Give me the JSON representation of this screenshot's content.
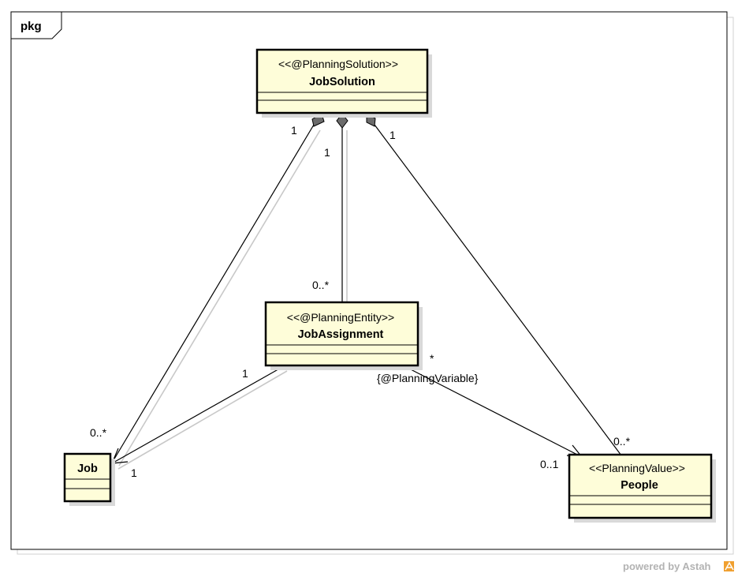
{
  "frame": {
    "label": "pkg"
  },
  "classes": {
    "job_solution": {
      "stereotype": "<<@PlanningSolution>>",
      "name": "JobSolution"
    },
    "job_assignment": {
      "stereotype": "<<@PlanningEntity>>",
      "name": "JobAssignment"
    },
    "job": {
      "stereotype": "",
      "name": "Job"
    },
    "people": {
      "stereotype": "<<PlanningValue>>",
      "name": "People"
    }
  },
  "associations": {
    "solution_job": {
      "source_mult": "1",
      "target_mult": "0..*"
    },
    "solution_assignment": {
      "source_mult": "1",
      "target_mult": "0..*"
    },
    "solution_people": {
      "source_mult": "1",
      "target_mult": "0..*"
    },
    "assignment_job": {
      "source_mult": "1",
      "target_mult": "1"
    },
    "assignment_people": {
      "source_mult": "*",
      "constraint": "{@PlanningVariable}",
      "target_mult": "0..1"
    }
  },
  "footer": {
    "text": "powered by Astah",
    "logo_color": "#f0a030"
  }
}
